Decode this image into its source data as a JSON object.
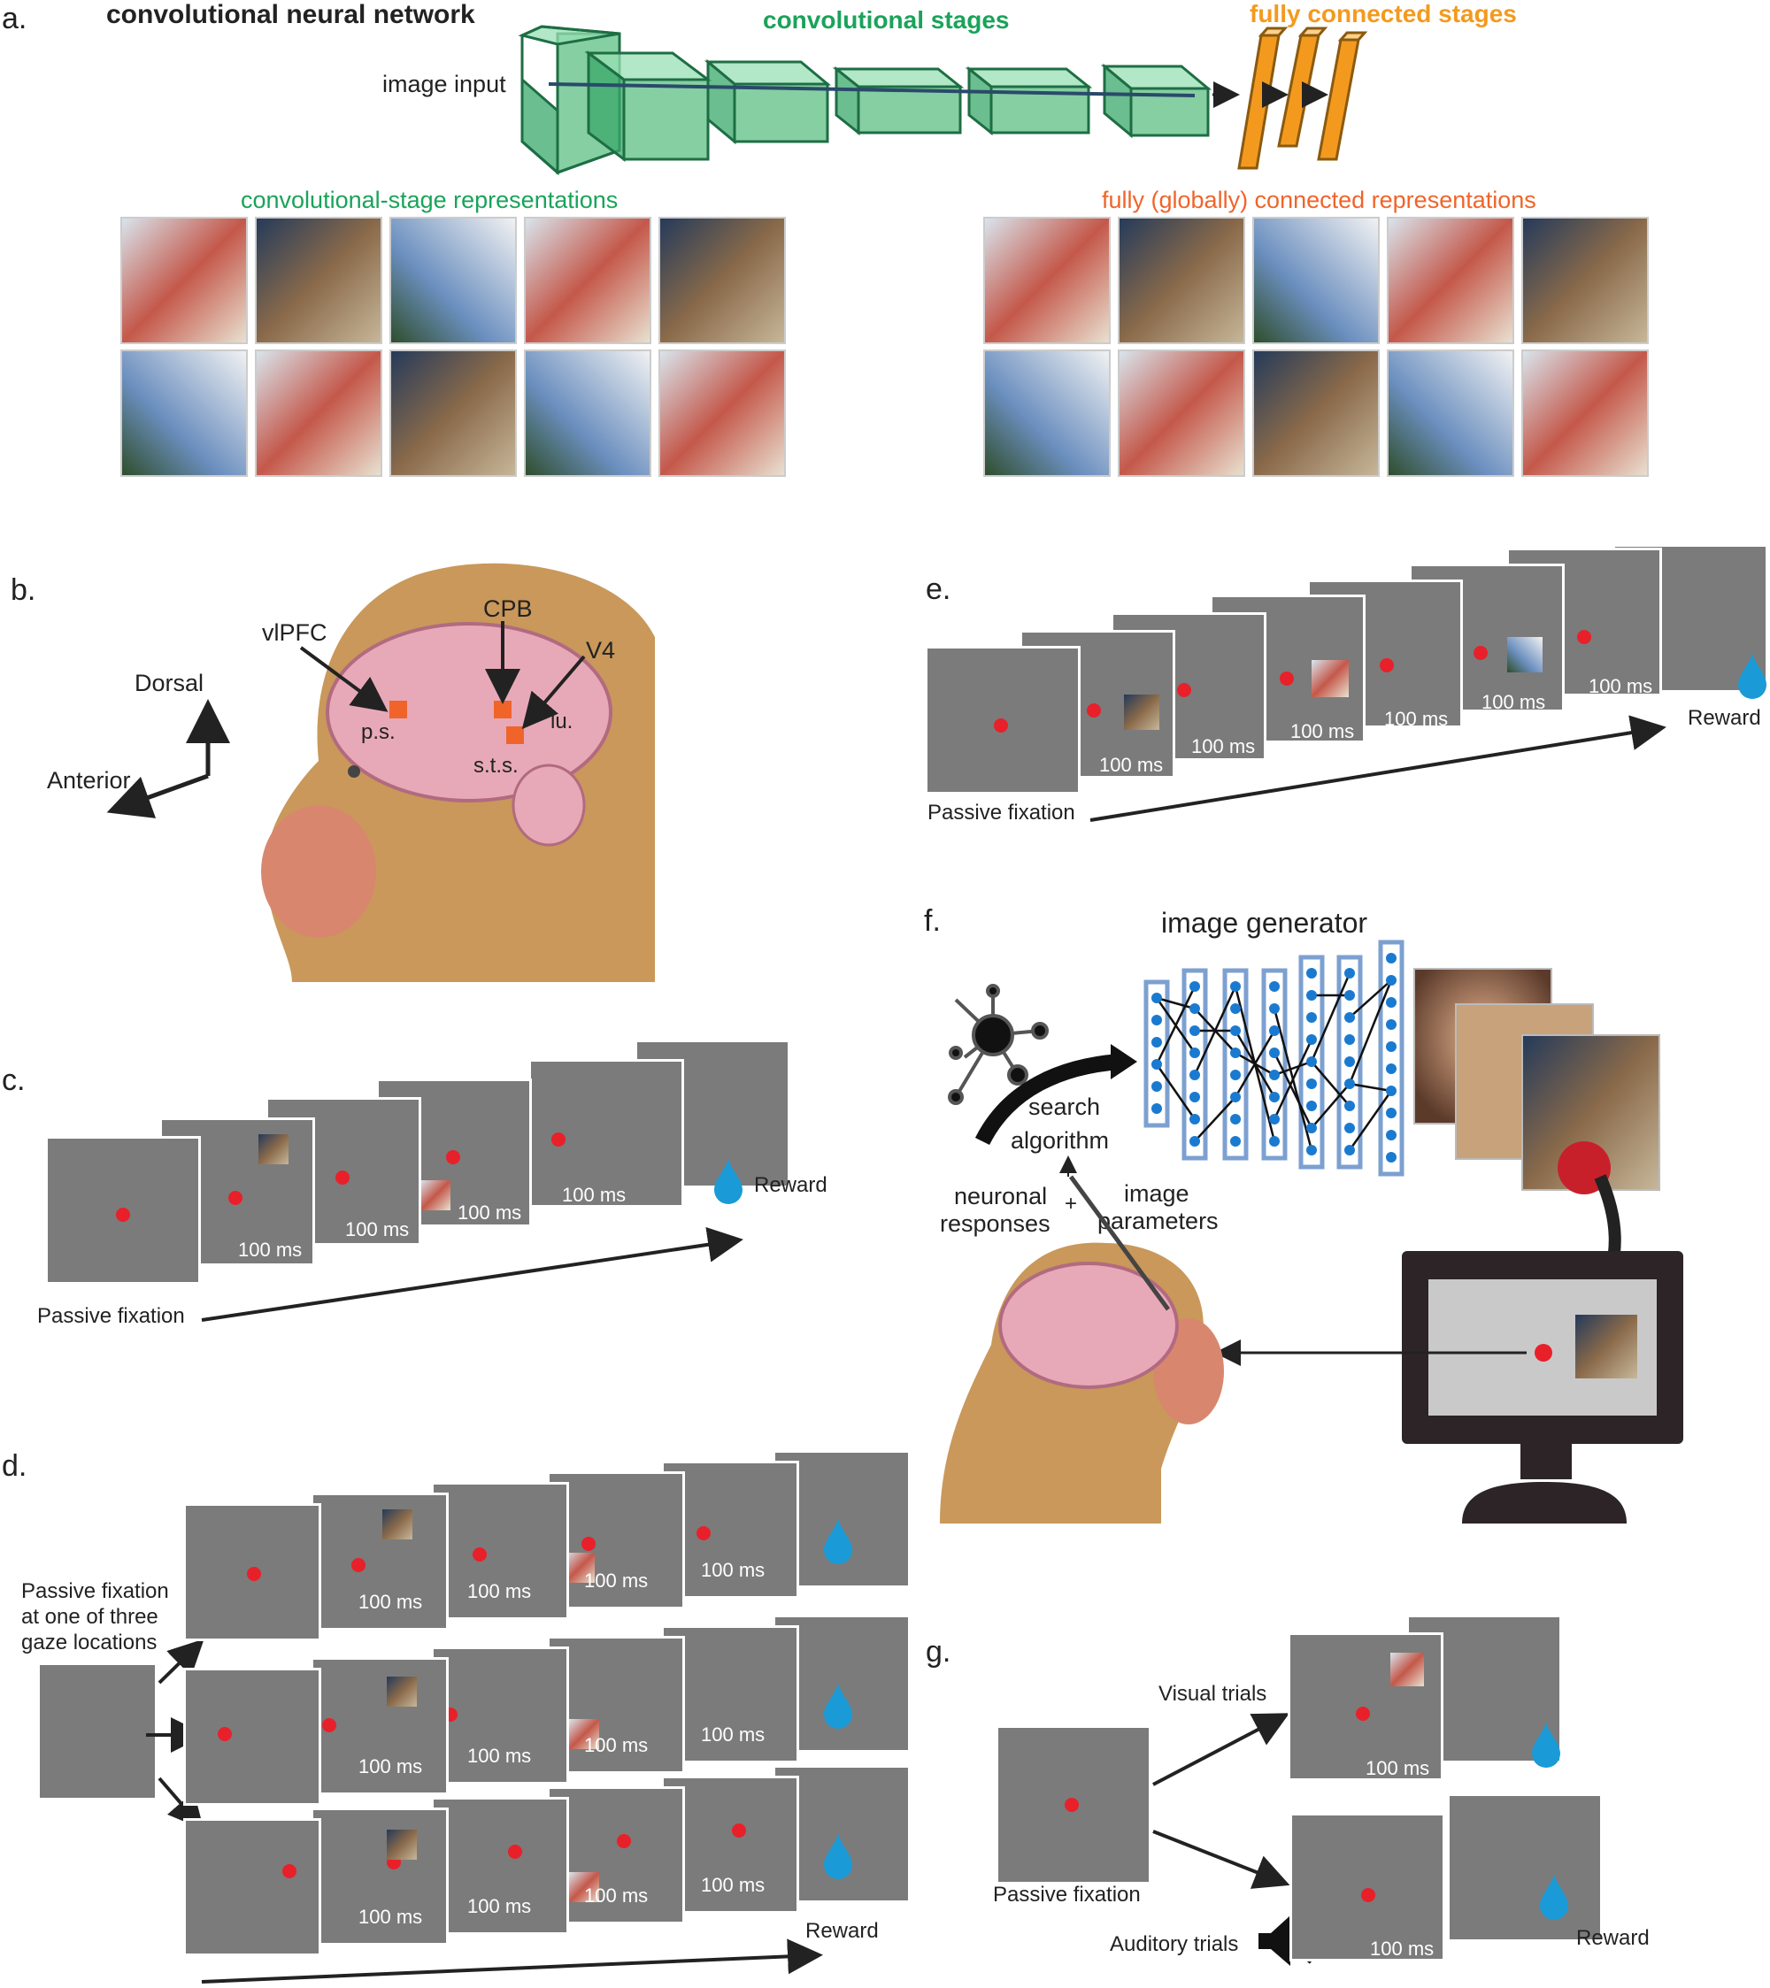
{
  "panel_labels": [
    "a.",
    "b.",
    "c.",
    "d.",
    "e.",
    "f.",
    "g."
  ],
  "a": {
    "title": "convolutional neural network",
    "conv_stages": "convolutional stages",
    "fc_stages": "fully connected stages",
    "image_input": "image input",
    "conv_repr": "convolutional-stage representations",
    "fc_repr": "fully (globally) connected representations"
  },
  "b": {
    "vlpfc": "vlPFC",
    "cpb": "CPB",
    "v4": "V4",
    "ps": "p.s.",
    "lu": "lu.",
    "sts": "s.t.s.",
    "dorsal": "Dorsal",
    "anterior": "Anterior"
  },
  "timing": {
    "duration": "100 ms",
    "passive": "Passive fixation",
    "reward": "Reward"
  },
  "d": {
    "passive_line1": "Passive fixation",
    "passive_line2": "at one of three",
    "passive_line3": "gaze locations"
  },
  "f": {
    "generator": "image generator",
    "search": "search",
    "algorithm": "algorithm",
    "neuronal1": "neuronal",
    "neuronal2": "responses",
    "image1": "image",
    "image2": "parameters",
    "plus": "+"
  },
  "g": {
    "visual": "Visual trials",
    "auditory": "Auditory trials"
  },
  "colors": {
    "green": "#1aa35a",
    "orange": "#f39a1e",
    "fc_repr": "#f0642a",
    "screen": "#7b7b7b",
    "fixation": "#e8202a",
    "drop": "#1a9ad6",
    "skin": "#c9985a",
    "brain": "#e7a9b8"
  }
}
